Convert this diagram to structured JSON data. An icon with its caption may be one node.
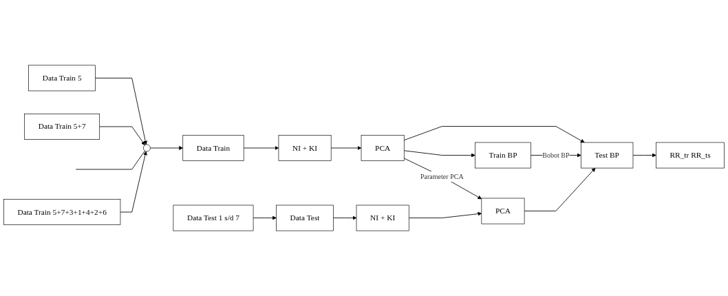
{
  "diagram": {
    "nodes": [
      {
        "text": [
          "Data Train 5"
        ]
      },
      {
        "text": [
          "Data Train 5+7"
        ]
      },
      {
        "text": [],
        "shape": "picture"
      },
      {
        "text": [
          "Data Train"
        ]
      },
      {
        "text": [
          "NI + KI"
        ]
      },
      {
        "text": [
          "PCA"
        ]
      },
      {
        "text": [
          "Train BP"
        ]
      },
      {
        "text": [
          "Data Train 5+7+3+1+4+2+6"
        ]
      },
      {
        "text": [
          "Data Test"
        ]
      },
      {
        "text": [
          "NI + KI"
        ]
      },
      {
        "text": [
          "PCA"
        ]
      },
      {
        "text": [
          "Test BP"
        ]
      },
      {
        "text": [
          "RR_tr RR_ts"
        ]
      },
      {
        "text": [
          "Data Test 1 s/d 7"
        ]
      }
    ],
    "edges": [
      {
        "from": 0,
        "to": 2,
        "arrow": "to"
      },
      {
        "from": 1,
        "to": 2,
        "arrow": "to"
      },
      {
        "from": null,
        "to": 2,
        "arrow": "none"
      },
      {
        "from": 7,
        "to": 2,
        "arrow": "to"
      },
      {
        "from": 2,
        "to": 3,
        "arrow": "to"
      },
      {
        "from": 3,
        "to": 4,
        "arrow": "to"
      },
      {
        "from": 4,
        "to": 5,
        "arrow": "to"
      },
      {
        "from": 5,
        "to": 6,
        "arrow": "to"
      },
      {
        "from": 5,
        "to": 10,
        "label": "Parameter PCA",
        "arrow": "to"
      },
      {
        "from": 5,
        "to": 11,
        "arrow": "to"
      },
      {
        "from": 6,
        "to": 11,
        "label": "Bobot BP",
        "arrow": "to"
      },
      {
        "from": 13,
        "to": 8,
        "arrow": "to"
      },
      {
        "from": 8,
        "to": 9,
        "arrow": "to"
      },
      {
        "from": 9,
        "to": 10,
        "arrow": "to"
      },
      {
        "from": 10,
        "to": 11,
        "arrow": "to"
      },
      {
        "from": 11,
        "to": 12,
        "arrow": "to"
      }
    ]
  }
}
